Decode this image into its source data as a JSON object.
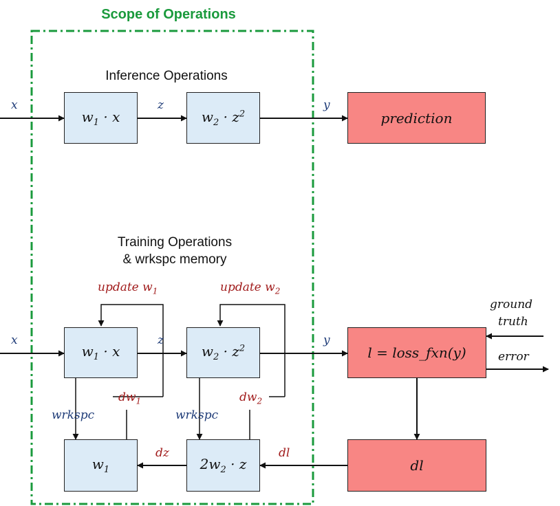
{
  "scope": {
    "title": "Scope of Operations",
    "border_color": "#1a9a3c"
  },
  "inference": {
    "heading": "Inference Operations",
    "input_label": "x",
    "box1": {
      "var": "w",
      "sub": "1",
      "op": " · x"
    },
    "mid_label": "z",
    "box2": {
      "var": "w",
      "sub": "2",
      "op": " · z",
      "sup": "2"
    },
    "out_label": "y",
    "output_box": "prediction"
  },
  "training": {
    "heading_line1": "Training Operations",
    "heading_line2": "& wrkspc memory",
    "input_label": "x",
    "box1": {
      "var": "w",
      "sub": "1",
      "op": " · x"
    },
    "mid_label": "z",
    "box2": {
      "var": "w",
      "sub": "2",
      "op": " · z",
      "sup": "2"
    },
    "out_label": "y",
    "loss_box": "l = loss_fxn(y)",
    "ground_truth_line1": "ground",
    "ground_truth_line2": "truth",
    "error_label": "error",
    "update1": {
      "text": "update w",
      "sub": "1"
    },
    "update2": {
      "text": "update w",
      "sub": "2"
    },
    "dw1": {
      "text": "dw",
      "sub": "1"
    },
    "dw2": {
      "text": "dw",
      "sub": "2"
    },
    "wrkspc1": "wrkspc",
    "wrkspc2": "wrkspc",
    "mem_box1": {
      "var": "w",
      "sub": "1"
    },
    "mem_box2": {
      "pre": "2w",
      "sub": "2",
      "op": " · z"
    },
    "dz_label": "dz",
    "dl_label": "dl",
    "dl_box": "dl"
  },
  "colors": {
    "op_box": "#dcebf7",
    "output_box": "#f88684",
    "variable_text": "#1f3c78",
    "gradient_text": "#a11c1c"
  }
}
